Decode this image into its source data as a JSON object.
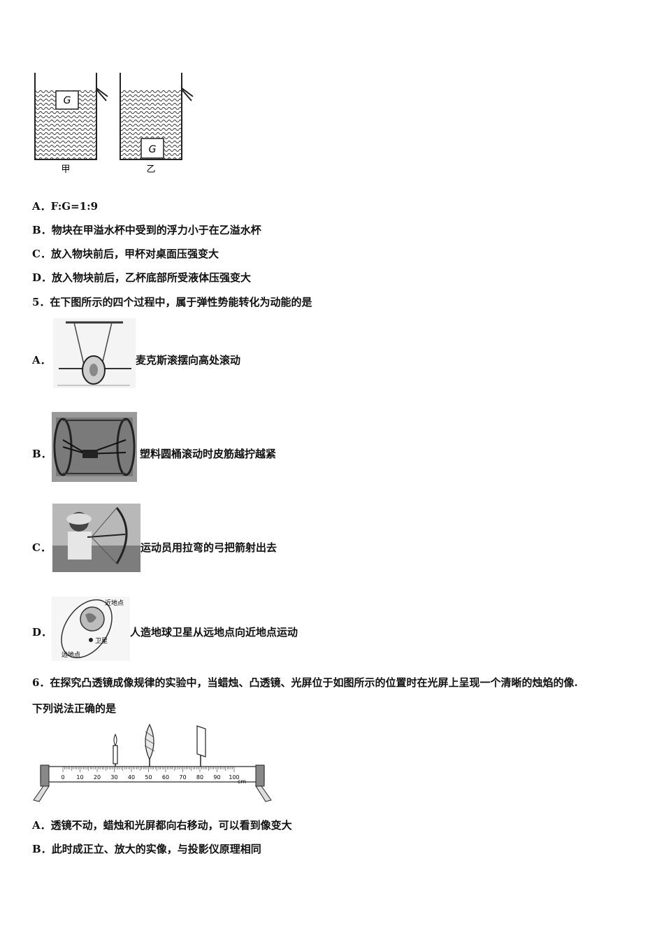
{
  "figure_top": {
    "left_label": "甲",
    "right_label": "乙",
    "block_label": "G"
  },
  "q4_options": [
    {
      "letter": "A．",
      "text": "F:G=1:9"
    },
    {
      "letter": "B．",
      "text": "物块在甲溢水杯中受到的浮力小于在乙溢水杯"
    },
    {
      "letter": "C．",
      "text": "放入物块前后，甲杯对桌面压强变大"
    },
    {
      "letter": "D．",
      "text": "放入物块前后，乙杯底部所受液体压强变大"
    }
  ],
  "q5": {
    "stem": "5．在下图所示的四个过程中，属于弹性势能转化为动能的是",
    "options": [
      {
        "letter": "A．",
        "text": "麦克斯滚摆向高处滚动"
      },
      {
        "letter": "B．",
        "text": "塑料圆桶滚动时皮筋越拧越紧"
      },
      {
        "letter": "C．",
        "text": "运动员用拉弯的弓把箭射出去"
      },
      {
        "letter": "D．",
        "text": "人造地球卫星从远地点向近地点运动"
      }
    ],
    "satellite_labels": {
      "near": "近地点",
      "far": "远地点",
      "sat": "卫星"
    }
  },
  "q6": {
    "stem_line1": "6．在探究凸透镜成像规律的实验中，当蜡烛、凸透镜、光屏位于如图所示的位置时在光屏上呈现一个清晰的烛焰的像.",
    "stem_line2": "下列说法正确的是",
    "ruler_ticks": [
      "0",
      "10",
      "20",
      "30",
      "40",
      "50",
      "60",
      "70",
      "80",
      "90",
      "100"
    ],
    "ruler_unit": "cm",
    "options": [
      {
        "letter": "A．",
        "text": "透镜不动，蜡烛和光屏都向右移动，可以看到像变大"
      },
      {
        "letter": "B．",
        "text": "此时成正立、放大的实像，与投影仪原理相同"
      }
    ]
  }
}
